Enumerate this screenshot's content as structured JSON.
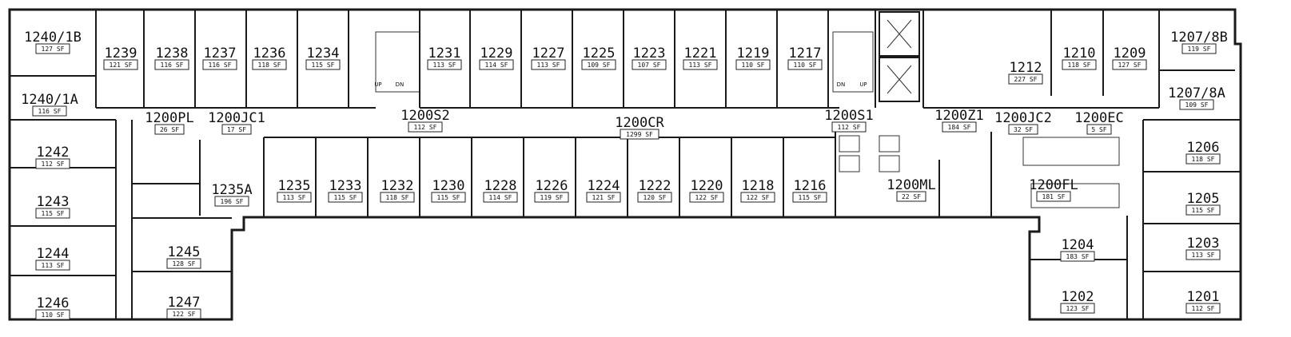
{
  "rooms": [
    {
      "id": "r1240_1b",
      "number": "1240/1B",
      "area": "127 SF"
    },
    {
      "id": "r1240_1a",
      "number": "1240/1A",
      "area": "116 SF"
    },
    {
      "id": "r1239",
      "number": "1239",
      "area": "121 SF"
    },
    {
      "id": "r1238",
      "number": "1238",
      "area": "116 SF"
    },
    {
      "id": "r1237",
      "number": "1237",
      "area": "116 SF"
    },
    {
      "id": "r1236",
      "number": "1236",
      "area": "118 SF"
    },
    {
      "id": "r1234",
      "number": "1234",
      "area": "115 SF"
    },
    {
      "id": "r1231",
      "number": "1231",
      "area": "113 SF"
    },
    {
      "id": "r1229",
      "number": "1229",
      "area": "114 SF"
    },
    {
      "id": "r1227",
      "number": "1227",
      "area": "113 SF"
    },
    {
      "id": "r1225",
      "number": "1225",
      "area": "109 SF"
    },
    {
      "id": "r1223",
      "number": "1223",
      "area": "107 SF"
    },
    {
      "id": "r1221",
      "number": "1221",
      "area": "113 SF"
    },
    {
      "id": "r1219",
      "number": "1219",
      "area": "110 SF"
    },
    {
      "id": "r1217",
      "number": "1217",
      "area": "110 SF"
    },
    {
      "id": "r1212",
      "number": "1212",
      "area": "227 SF"
    },
    {
      "id": "r1210",
      "number": "1210",
      "area": "118 SF"
    },
    {
      "id": "r1209",
      "number": "1209",
      "area": "127 SF"
    },
    {
      "id": "r1207_8b",
      "number": "1207/8B",
      "area": "119 SF"
    },
    {
      "id": "r1207_8a",
      "number": "1207/8A",
      "area": "109 SF"
    },
    {
      "id": "r1200pl",
      "number": "1200PL",
      "area": "26 SF"
    },
    {
      "id": "r1200jc1",
      "number": "1200JC1",
      "area": "17 SF"
    },
    {
      "id": "r1200s2",
      "number": "1200S2",
      "area": "112 SF"
    },
    {
      "id": "r1200cr",
      "number": "1200CR",
      "area": "1299 SF"
    },
    {
      "id": "r1200s1",
      "number": "1200S1",
      "area": "112 SF"
    },
    {
      "id": "r1200z1",
      "number": "1200Z1",
      "area": "184 SF"
    },
    {
      "id": "r1200jc2",
      "number": "1200JC2",
      "area": "32 SF"
    },
    {
      "id": "r1200ec",
      "number": "1200EC",
      "area": "5 SF"
    },
    {
      "id": "r1242",
      "number": "1242",
      "area": "112 SF"
    },
    {
      "id": "r1243",
      "number": "1243",
      "area": "115 SF"
    },
    {
      "id": "r1244",
      "number": "1244",
      "area": "113 SF"
    },
    {
      "id": "r1246",
      "number": "1246",
      "area": "110 SF"
    },
    {
      "id": "r1245",
      "number": "1245",
      "area": "128 SF"
    },
    {
      "id": "r1247",
      "number": "1247",
      "area": "122 SF"
    },
    {
      "id": "r1235a",
      "number": "1235A",
      "area": "196 SF"
    },
    {
      "id": "r1235",
      "number": "1235",
      "area": "113 SF"
    },
    {
      "id": "r1233",
      "number": "1233",
      "area": "115 SF"
    },
    {
      "id": "r1232",
      "number": "1232",
      "area": "118 SF"
    },
    {
      "id": "r1230",
      "number": "1230",
      "area": "115 SF"
    },
    {
      "id": "r1228",
      "number": "1228",
      "area": "114 SF"
    },
    {
      "id": "r1226",
      "number": "1226",
      "area": "119 SF"
    },
    {
      "id": "r1224",
      "number": "1224",
      "area": "121 SF"
    },
    {
      "id": "r1222",
      "number": "1222",
      "area": "120 SF"
    },
    {
      "id": "r1220",
      "number": "1220",
      "area": "122 SF"
    },
    {
      "id": "r1218",
      "number": "1218",
      "area": "122 SF"
    },
    {
      "id": "r1216",
      "number": "1216",
      "area": "115 SF"
    },
    {
      "id": "r1200ml",
      "number": "1200ML",
      "area": "22 SF"
    },
    {
      "id": "r1200fl",
      "number": "1200FL",
      "area": "181 SF"
    },
    {
      "id": "r1206",
      "number": "1206",
      "area": "118 SF"
    },
    {
      "id": "r1205",
      "number": "1205",
      "area": "115 SF"
    },
    {
      "id": "r1204",
      "number": "1204",
      "area": "183 SF"
    },
    {
      "id": "r1203",
      "number": "1203",
      "area": "113 SF"
    },
    {
      "id": "r1202",
      "number": "1202",
      "area": "123 SF"
    },
    {
      "id": "r1201",
      "number": "1201",
      "area": "112 SF"
    }
  ],
  "stairs": {
    "up": "UP",
    "down": "DN"
  }
}
